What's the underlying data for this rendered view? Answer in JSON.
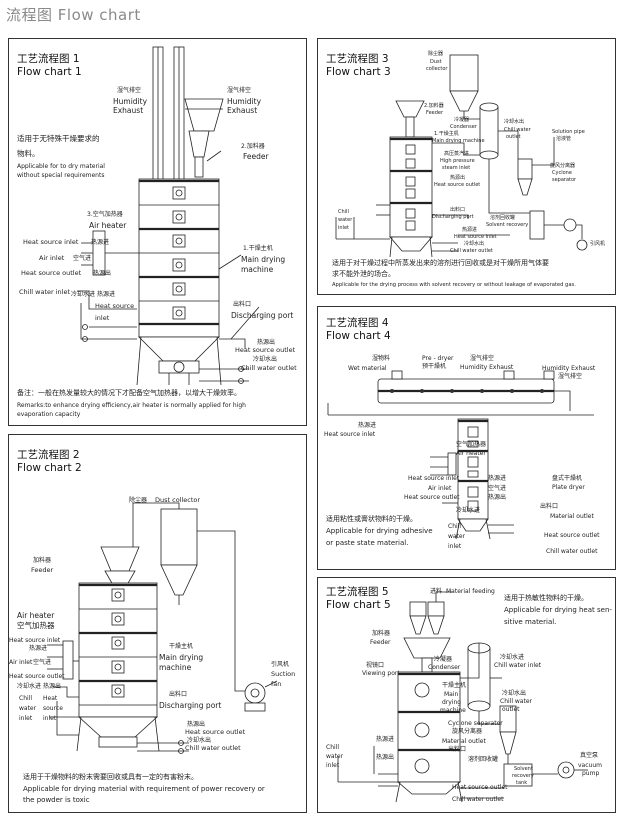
{
  "header": "流程图  Flow chart",
  "chart1": {
    "title_cn": "工艺流程图 1",
    "title_en": "Flow chart 1",
    "humidity_cn_l": "湿气排空",
    "humidity_en_l1": "Humidity",
    "humidity_en_l2": "Exhaust",
    "humidity_cn_r": "湿气排空",
    "humidity_en_r1": "Humidity",
    "humidity_en_r2": "Exhaust",
    "use_cn1": "适用于无特殊干燥要求的",
    "use_cn2": "物料。",
    "use_en1": "Applicable for to dry material",
    "use_en2": "without special requirements",
    "feeder_cn": "2.加料器",
    "feeder_en": "Feeder",
    "airheater_cn": "3.空气加热器",
    "airheater_en": "Air heater",
    "hs_inlet_en": "Heat source inlet",
    "hs_inlet_cn": "热源进",
    "air_inlet_en": "Air inlet",
    "air_inlet_cn": "空气进",
    "hs_outlet_en": "Heat source outlet",
    "hs_outlet_cn": "热源出",
    "chill_in_en": "Chill water inlet",
    "chill_in_cn": "冷却水进",
    "hs_cn2": "热源进",
    "hs_en2a": "Heat source",
    "hs_en2b": "inlet",
    "main_cn": "1.干燥主机",
    "main_en1": "Main drying",
    "main_en2": "machine",
    "disch_cn": "出料口",
    "disch_en": "Discharging port",
    "hso_cn": "热源出",
    "hso_en": "Heat source outlet",
    "cwo_cn": "冷却水出",
    "cwo_en": "Chill water outlet",
    "rem_cn": "备注：一般在热发量较大的情况下才配备空气加热器，以增大干燥效率。",
    "rem_en1": "Remarks:to enhance drying efficiency,air heater is normally applied for high",
    "rem_en2": "evaporation capacity"
  },
  "chart2": {
    "title_cn": "工艺流程图 2",
    "title_en": "Flow chart 2",
    "dust_cn": "除尘器",
    "dust_en": "Dust collector",
    "feeder_cn": "加料器",
    "feeder_en": "Feeder",
    "airheater_en": "Air heater",
    "airheater_cn": "空气加热器",
    "hs_inlet_en": "Heat source inlet",
    "hs_inlet_cn": "热源进",
    "air_inlet_en": "Air inlet",
    "air_inlet_cn": "空气进",
    "hs_outlet_en": "Heat source outlet",
    "chill_in_cn": "冷却水进",
    "hs_cn": "热源出",
    "chill_w": "Chill",
    "water_w": "water",
    "inlet_w": "inlet",
    "hs_src": "Heat",
    "hs_src2": "source",
    "hs_src3": "inlet",
    "main_cn": "干燥主机",
    "main_en1": "Main drying",
    "main_en2": "machine",
    "disch_cn": "出料口",
    "disch_en": "Discharging port",
    "fan_cn": "引风机",
    "fan_en1": "Suction",
    "fan_en2": "fan",
    "hso_cn": "热源出",
    "hso_en": "Heat source outlet",
    "cwo_cn": "冷却水出",
    "cwo_en": "Chill water outlet",
    "use_cn": "适用于干燥物料的粉末需要回收或具有一定的有害粉末。",
    "use_en1": "Applicable for drying material with requirement of power recovery or",
    "use_en2": "the powder is toxic"
  },
  "chart3": {
    "title_cn": "工艺流程图 3",
    "title_en": "Flow chart 3",
    "dust_cn": "除尘器",
    "dust_en1": "Dust",
    "dust_en2": "collector",
    "feeder_cn": "2.加料器",
    "feeder_en": "Feeder",
    "cond_cn": "冷凝器",
    "cond_en": "Condenser",
    "main_cn": "1.干燥主机",
    "main_en": "Main drying machine",
    "hp_cn": "高压蒸汽进",
    "hp_en1": "High pressure",
    "hp_en2": "steam inlet",
    "hs_out_cn": "热源出",
    "hs_out_en": "Heat source outlet",
    "chill_cn": "冷却水出",
    "chill_en1": "Chill water",
    "chill_en2": "outlet",
    "sol_en1": "Solution pipe",
    "sol_cn": "溶液管",
    "cyc_cn": "旋风分离器",
    "cyc_en1": "Cyclone",
    "cyc_en2": "separator",
    "disch_cn": "出料口",
    "disch_en": "Discharging port",
    "tank_cn": "溶剂回收罐",
    "tank_en": "Solvent recovery",
    "hsi_cn": "热源进",
    "hsi_en": "Heat source inlet",
    "cwo_cn": "冷却水出",
    "cwo_en": "Chill water outlet",
    "chill_w": "Chill",
    "water_w": "water",
    "inlet_w": "inlet",
    "fan_cn": "引风机",
    "use_cn1": "适用于对干燥过程中所蒸发出来的溶剂进行回收或是对干燥所用气体要",
    "use_cn2": "求不能外泄的场合。",
    "use_en": "Applicable for the drying process with solvent recovery or without leakage of evaporated gas."
  },
  "chart4": {
    "title_cn": "工艺流程图 4",
    "title_en": "Flow chart 4",
    "wet_cn": "湿物料",
    "wet_en": "Wet material",
    "pre_en": "Pre - dryer",
    "pre_cn": "预干燥机",
    "hum_cn": "湿气排空",
    "hum_en": "Humidity Exhaust",
    "hum2_en": "Humidity Exhaust",
    "hum2_cn": "湿气排空",
    "hsi_en": "Heat source inlet",
    "hs_cn": "热源进",
    "air_cn": "空气加热器",
    "air_en": "Air heater",
    "plate_cn": "盘式干燥机",
    "plate_en": "Plate dryer",
    "hsi2_en": "Heat source inlet",
    "hsi2_cn": "热源进",
    "air_in_en": "Air inlet",
    "air_in_cn": "空气进",
    "hso_en": "Heat source outlet",
    "hso_cn": "热源出",
    "chill_cn": "冷却水进",
    "chill_w": "Chill",
    "water_w": "water",
    "inlet_w": "inlet",
    "mo_cn": "出料口",
    "mo_en": "Material outlet",
    "hso2_en": "Heat source outlet",
    "cwo_en": "Chill water outlet",
    "use_cn1": "适用粘性或膏状物料的干燥。",
    "use_en1": "Applicable for drying adhesive",
    "use_en2": "or paste state material."
  },
  "chart5": {
    "title_cn": "工艺流程图 5",
    "title_en": "Flow chart 5",
    "feed_cn": "进料",
    "feed_en": "Material feeding",
    "use_cn": "适用于热敏性物料的干燥。",
    "use_en1": "Applicable for drying heat sen-",
    "use_en2": "sitive material.",
    "feeder_cn": "加料器",
    "feeder_en": "Feeder",
    "cond_cn": "冷凝器",
    "cond_en": "Condenser",
    "chill_cn": "冷却水进",
    "chill_en": "Chill water inlet",
    "view_cn": "视镜口",
    "view_en": "Viewing port",
    "main_cn": "干燥主机",
    "main_en1": "Main",
    "main_en2": "drying",
    "main_en3": "machine",
    "cwo_cn": "冷却水出",
    "cwo_en1": "Chill water",
    "cwo_en2": "outlet",
    "cyc_en": "Cyclone separator",
    "cyc_cn": "旋风分离器",
    "mo_en": "Material outlet",
    "mo_cn": "出料口",
    "hsi_cn": "热源进",
    "hso_cn": "热源出",
    "chill_w": "Chill",
    "water_w": "water",
    "inlet_w": "inlet",
    "tank_cn": "溶剂回收罐",
    "tank_en1": "Solvent",
    "tank_en2": "recovery",
    "tank_en3": "tank",
    "hso_en": "Heat source outlet",
    "cwo2_en": "Chill water outlet",
    "pump_cn": "真空泵",
    "pump_en1": "vacuum",
    "pump_en2": "pump"
  }
}
